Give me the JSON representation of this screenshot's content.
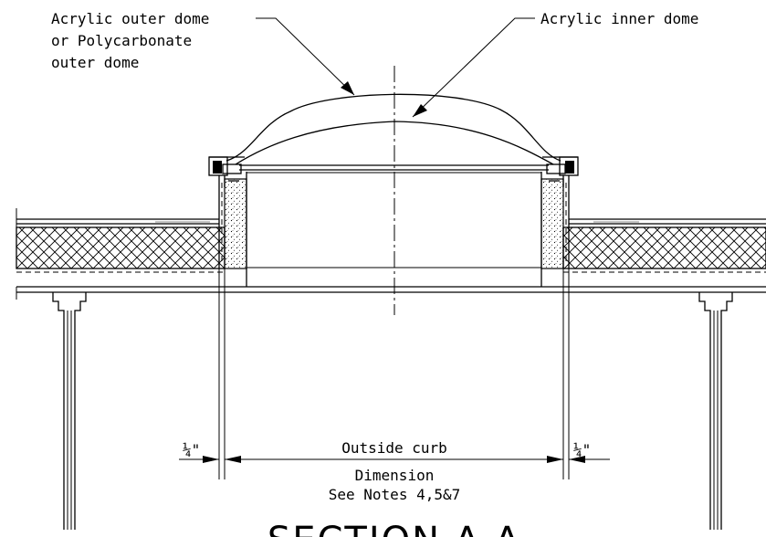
{
  "labels": {
    "outer_dome_line1": "Acrylic outer dome",
    "outer_dome_line2": "or Polycarbonate",
    "outer_dome_line3": "outer dome",
    "inner_dome": "Acrylic inner dome",
    "quarter_left": "¼\"",
    "quarter_right": "¼\"",
    "outside_curb": "Outside curb",
    "dimension": "Dimension",
    "see_notes": "See Notes 4,5&7",
    "section_title": "SECTION A-A"
  }
}
